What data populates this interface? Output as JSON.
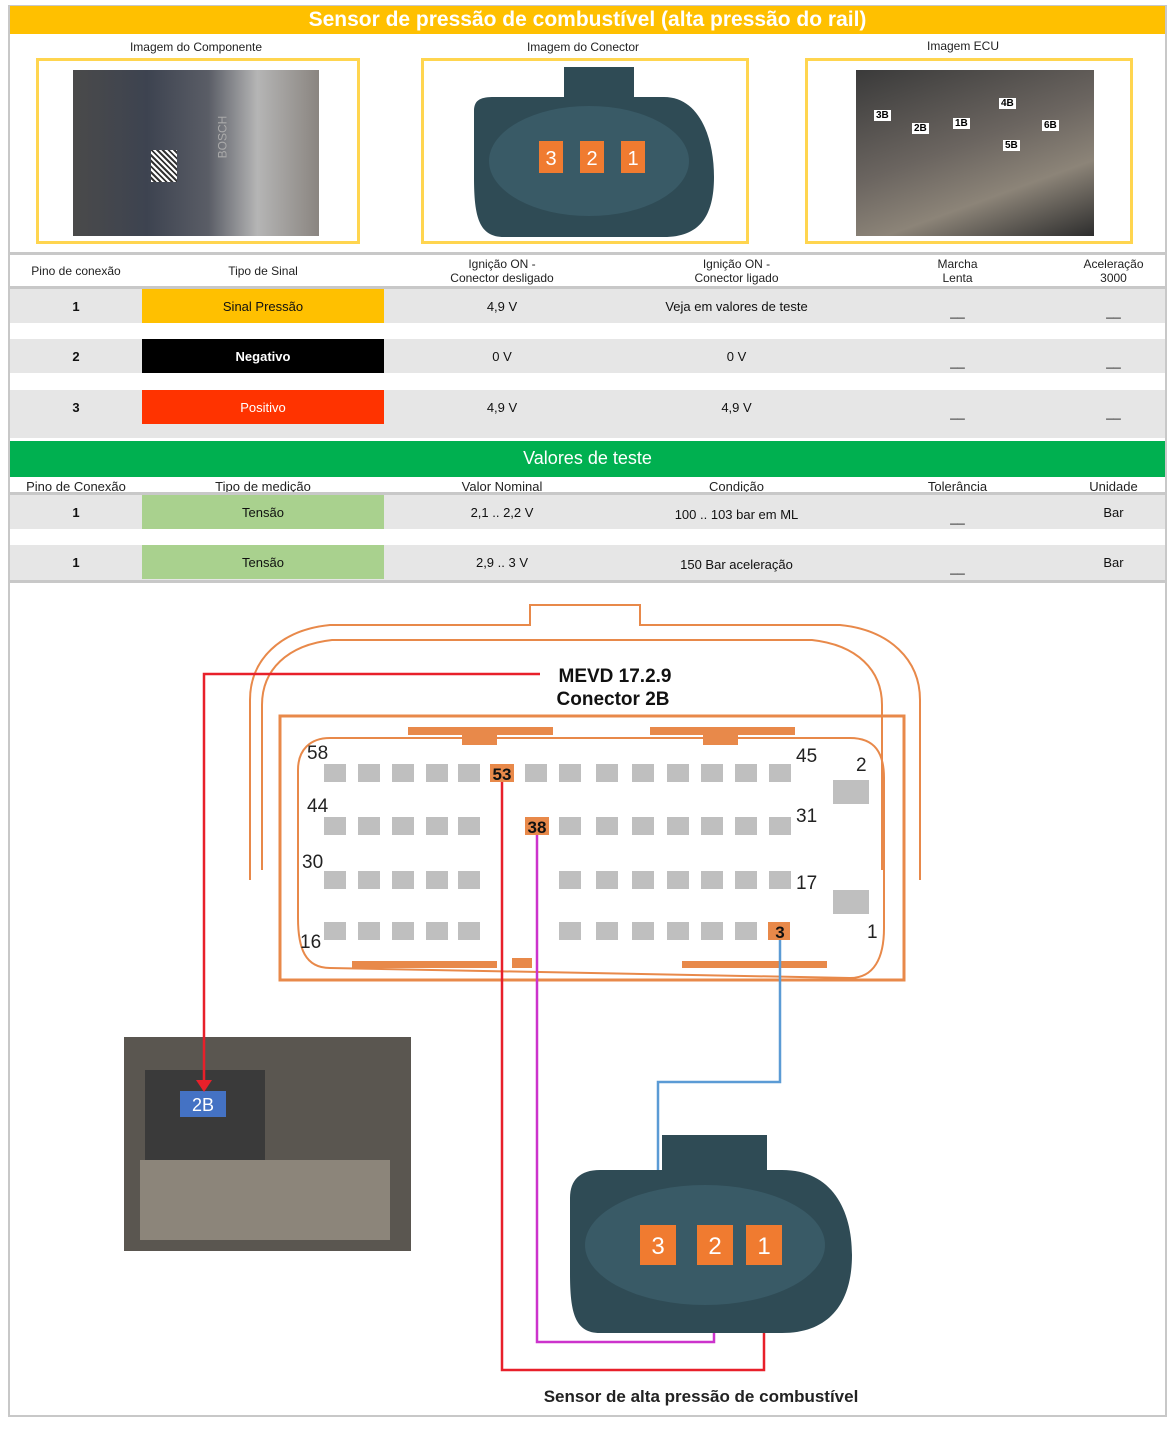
{
  "title": "Sensor de pressão de combustível (alta pressão do rail)",
  "images": {
    "component": "Imagem do Componente",
    "connector": "Imagem do Conector",
    "ecu": "Imagem ECU",
    "connector_pins": [
      "3",
      "2",
      "1"
    ],
    "ecu_labels": [
      "3B",
      "2B",
      "1B",
      "4B",
      "5B",
      "6B"
    ],
    "component_brand": "BOSCH"
  },
  "signal_table": {
    "headers": [
      "Pino de conexão",
      "Tipo de Sinal",
      "Ignição ON -",
      "Conector desligado",
      "Ignição ON -",
      "Conector ligado",
      "Marcha",
      "Lenta",
      "Aceleração",
      "3000"
    ],
    "rows": [
      {
        "pin": "1",
        "type": "Sinal Pressão",
        "off": "4,9 V",
        "on": "Veja em valores de teste",
        "idle": "__",
        "accel": "__",
        "color": "#FFC000"
      },
      {
        "pin": "2",
        "type": "Negativo",
        "off": "0 V",
        "on": "0 V",
        "idle": "__",
        "accel": "__",
        "color": "#000000"
      },
      {
        "pin": "3",
        "type": "Positivo",
        "off": "4,9 V",
        "on": "4,9 V",
        "idle": "__",
        "accel": "__",
        "color": "#FF3300"
      }
    ]
  },
  "test_values": {
    "title": "Valores de teste",
    "headers": [
      "Pino de Conexão",
      "Tipo de medição",
      "Valor Nominal",
      "Condição",
      "Tolerância",
      "Unidade"
    ],
    "rows": [
      {
        "pin": "1",
        "type": "Tensão",
        "nominal": "2,1 .. 2,2 V",
        "condition": "100 .. 103 bar em ML",
        "tolerance": "__",
        "unit": "Bar"
      },
      {
        "pin": "1",
        "type": "Tensão",
        "nominal": "2,9 .. 3 V",
        "condition": "150 Bar aceleração",
        "tolerance": "__",
        "unit": "Bar"
      }
    ]
  },
  "diagram": {
    "ecu_name": "MEVD 17.2.9",
    "connector_name": "Conector 2B",
    "pin_numbers": [
      "58",
      "45",
      "2",
      "44",
      "31",
      "30",
      "17",
      "16",
      "1"
    ],
    "highlight_pins": [
      "53",
      "38",
      "3"
    ],
    "ecu_photo_label": "2B",
    "sensor_pins": [
      "3",
      "2",
      "1"
    ],
    "sensor_caption": "Sensor de alta pressão de combustível"
  }
}
